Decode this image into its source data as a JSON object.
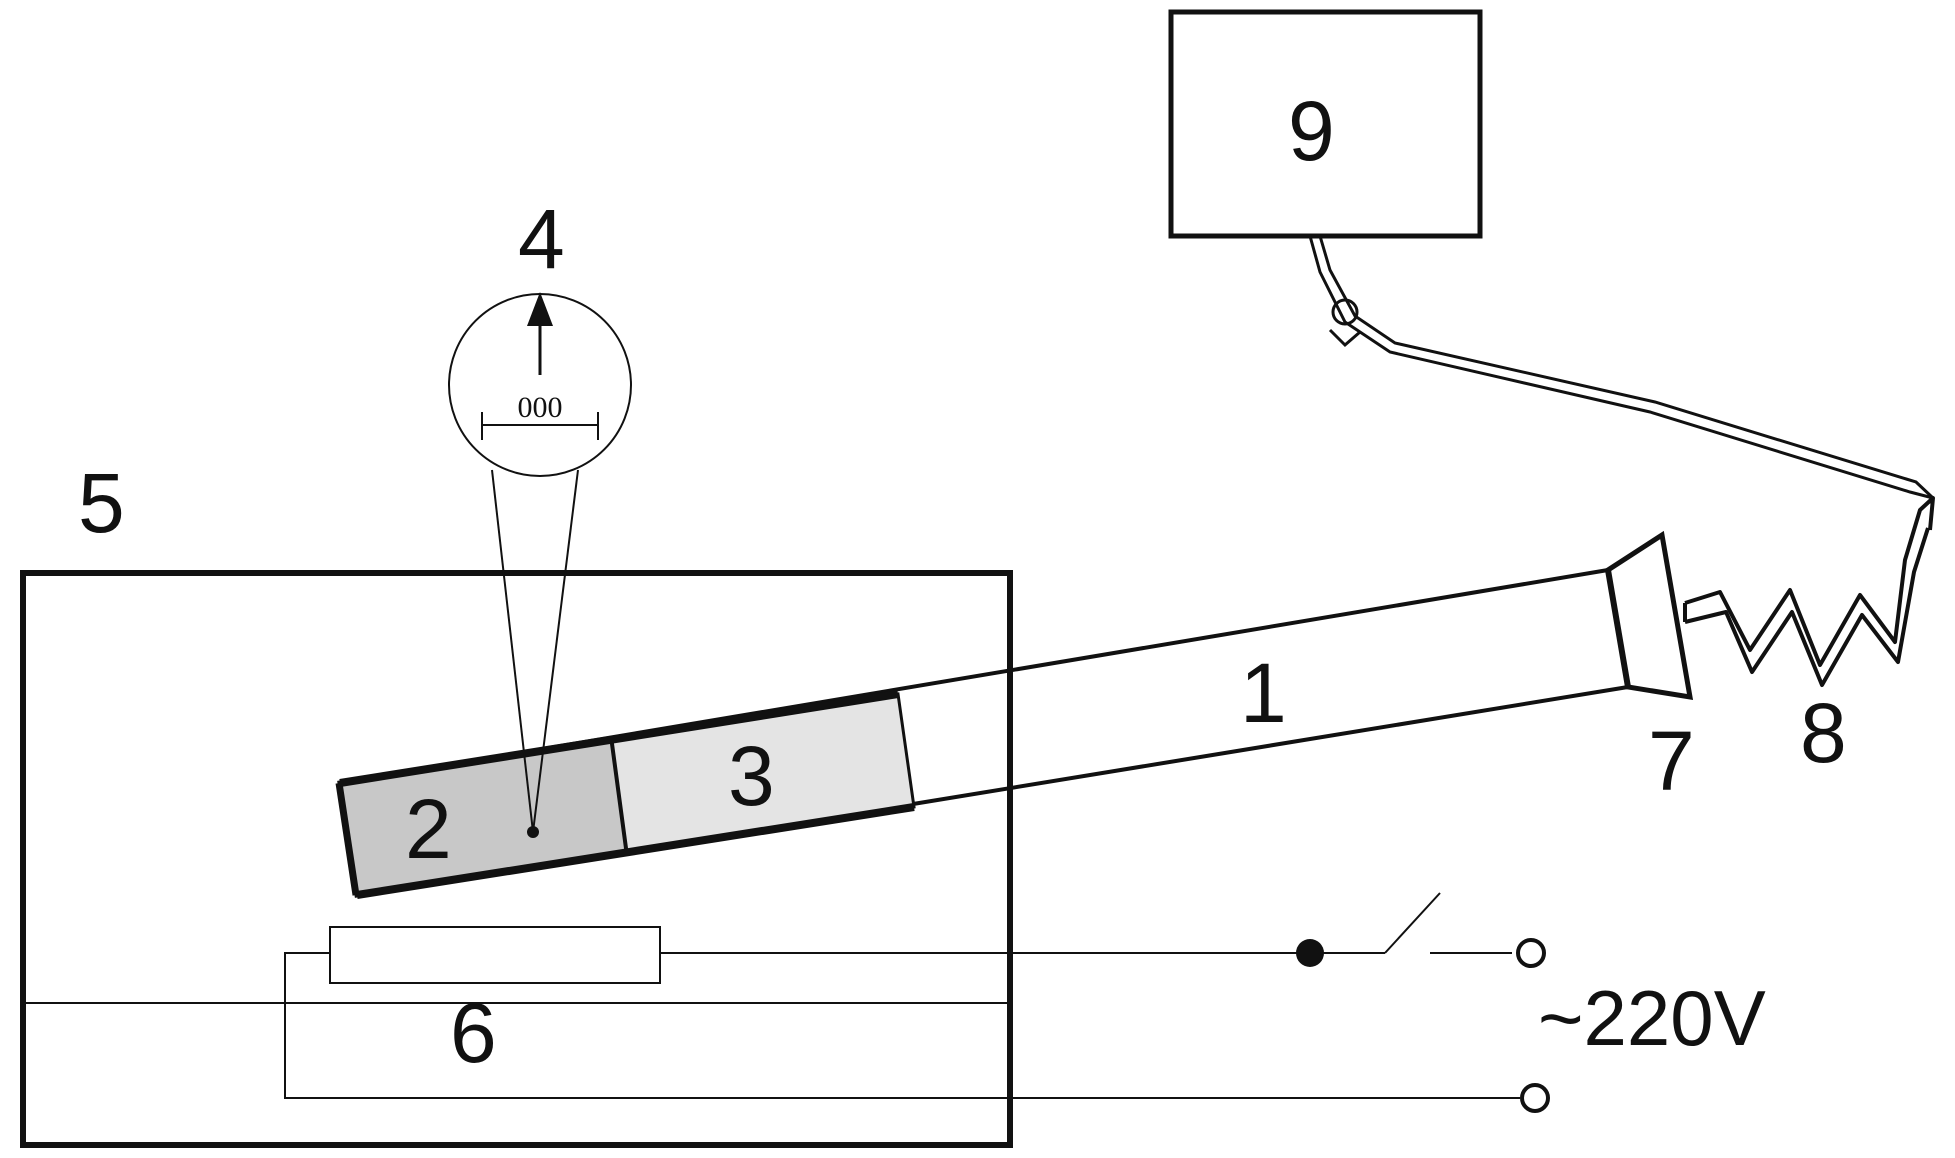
{
  "labels": {
    "tube": "1",
    "sample": "2",
    "insert": "3",
    "pyrometer": "4",
    "furnace": "5",
    "heater": "6",
    "flange": "7",
    "cooling_coil": "8",
    "unit9": "9"
  },
  "pyrometer_readout": "000",
  "voltage": "~220V",
  "colors": {
    "line": "#111111",
    "sample_fill": "#c8c8c8",
    "insert_fill": "#e4e4e4",
    "background": "#ffffff"
  }
}
